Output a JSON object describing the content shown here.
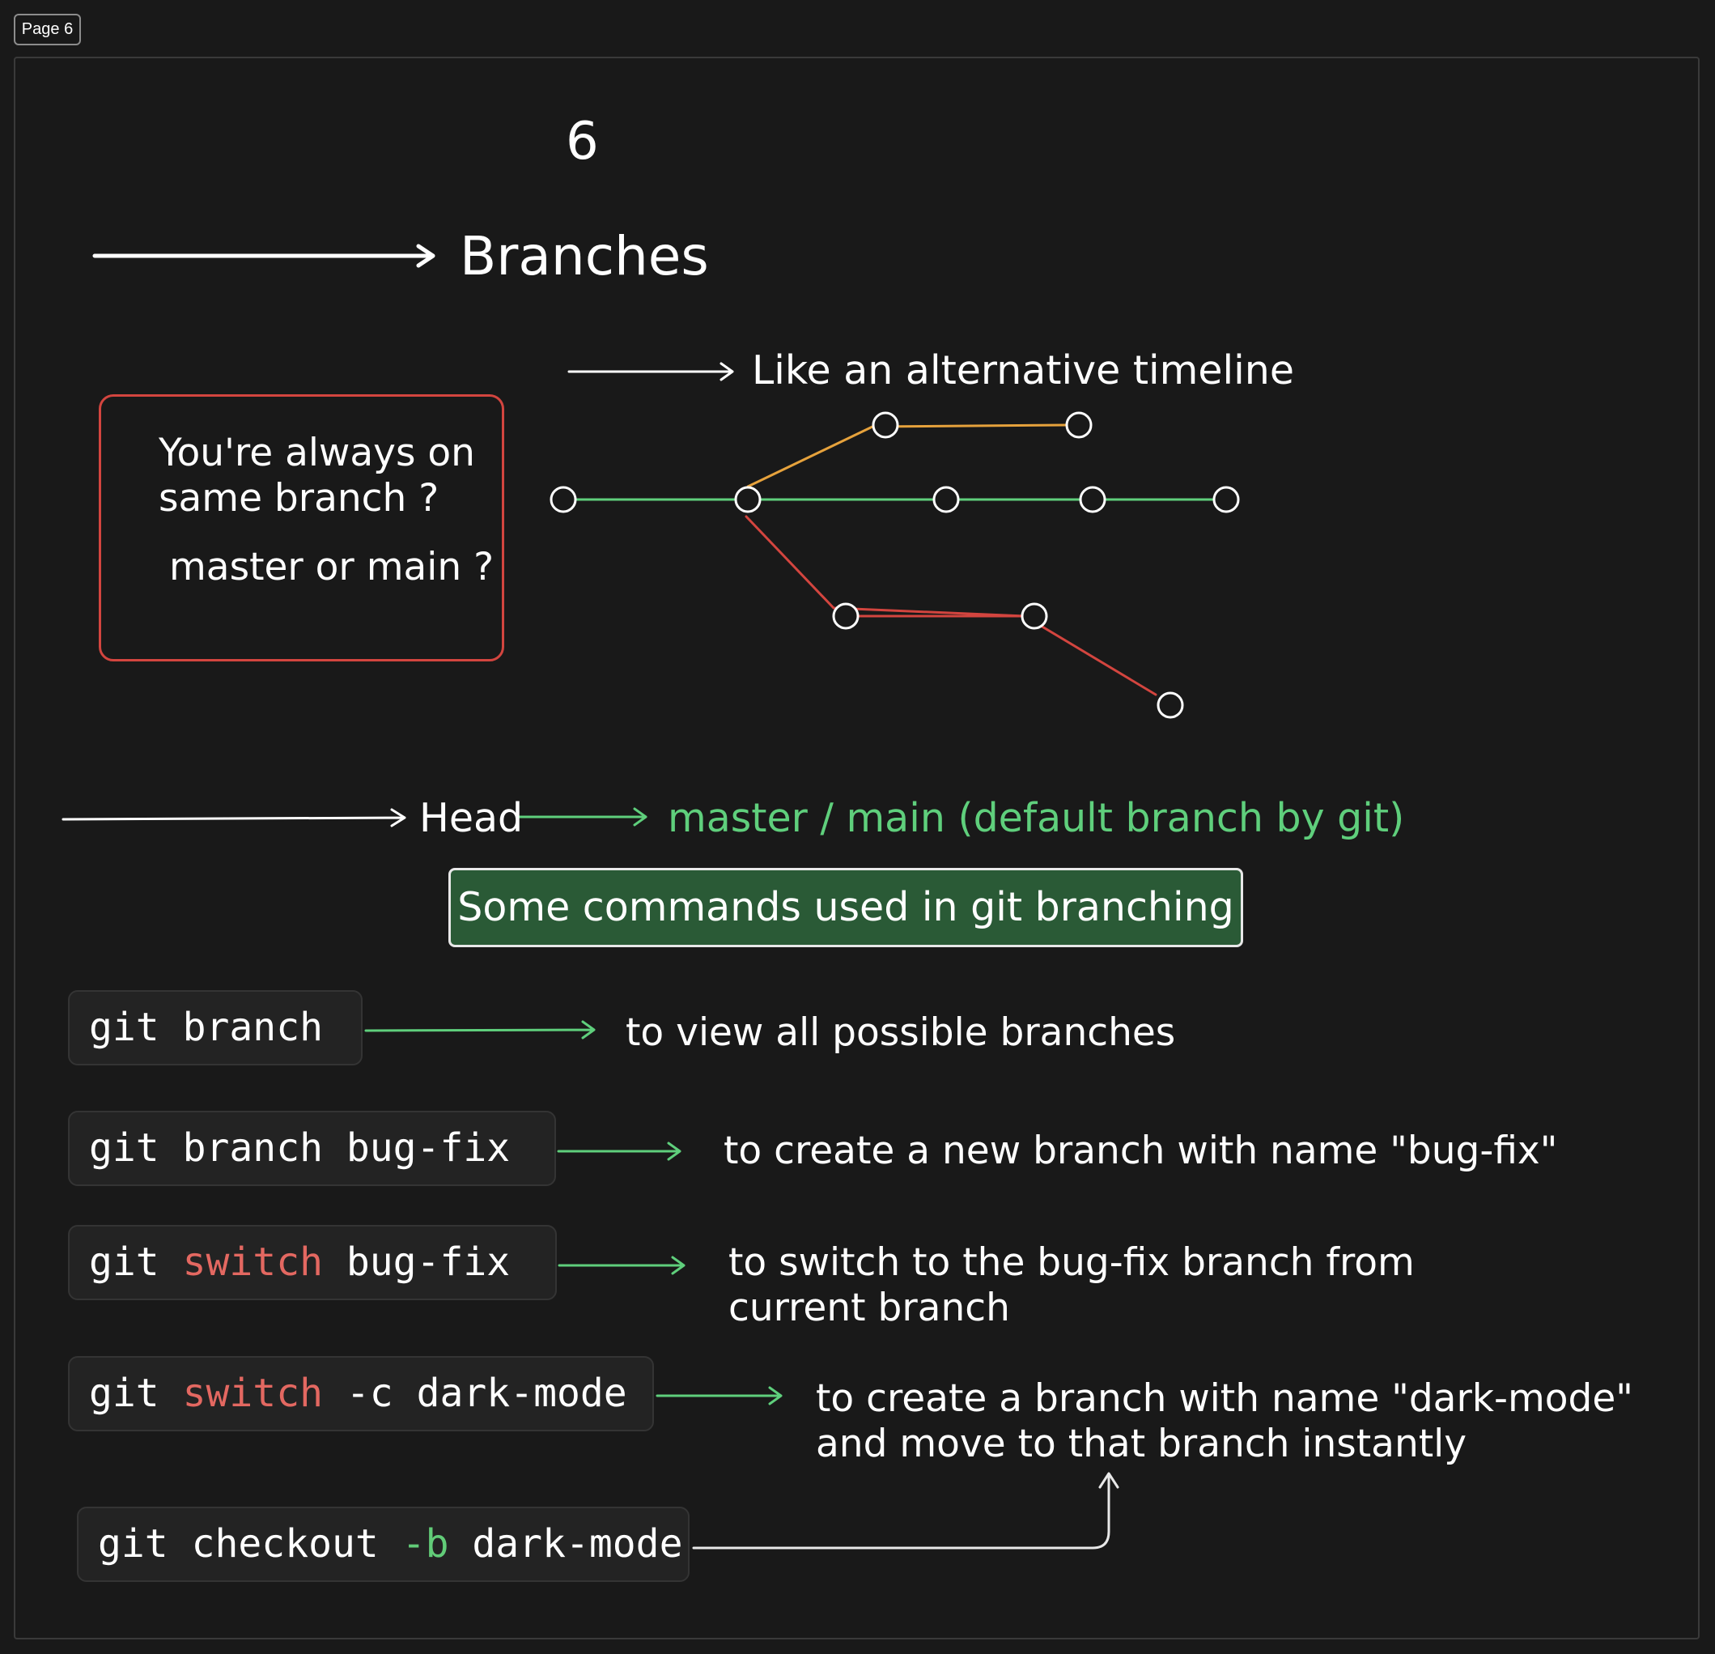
{
  "page_tab": "Page 6",
  "page_number": "6",
  "title": "Branches",
  "subtitle": "Like an alternative timeline",
  "callout": {
    "line1": "You're always on same branch ?",
    "line2": "master or main ?"
  },
  "head": {
    "label": "Head",
    "description": "master / main (default branch by git)"
  },
  "banner": "Some commands used in git branching",
  "commands": [
    {
      "parts": [
        "git ",
        "branch"
      ],
      "description": "to view all possible branches"
    },
    {
      "parts": [
        "git ",
        "branch bug-fix"
      ],
      "description": "to create a new branch with name \"bug-fix\""
    },
    {
      "parts": [
        "git ",
        "switch",
        " bug-fix"
      ],
      "description": "to switch to the bug-fix branch from current branch"
    },
    {
      "parts": [
        "git ",
        "switch",
        " -c dark-mode"
      ],
      "description": "to create a branch with name \"dark-mode\" and move to that branch instantly"
    },
    {
      "parts": [
        "git checkout ",
        "-b",
        " dark-mode"
      ]
    }
  ],
  "colors": {
    "background": "#191919",
    "main_branch": "#5fcf7c",
    "feature_branch_orange": "#e6a23c",
    "feature_branch_red": "#d3453f",
    "banner_bg": "#2a5a36",
    "keyword_red": "#e36861",
    "keyword_green": "#62cc78"
  }
}
